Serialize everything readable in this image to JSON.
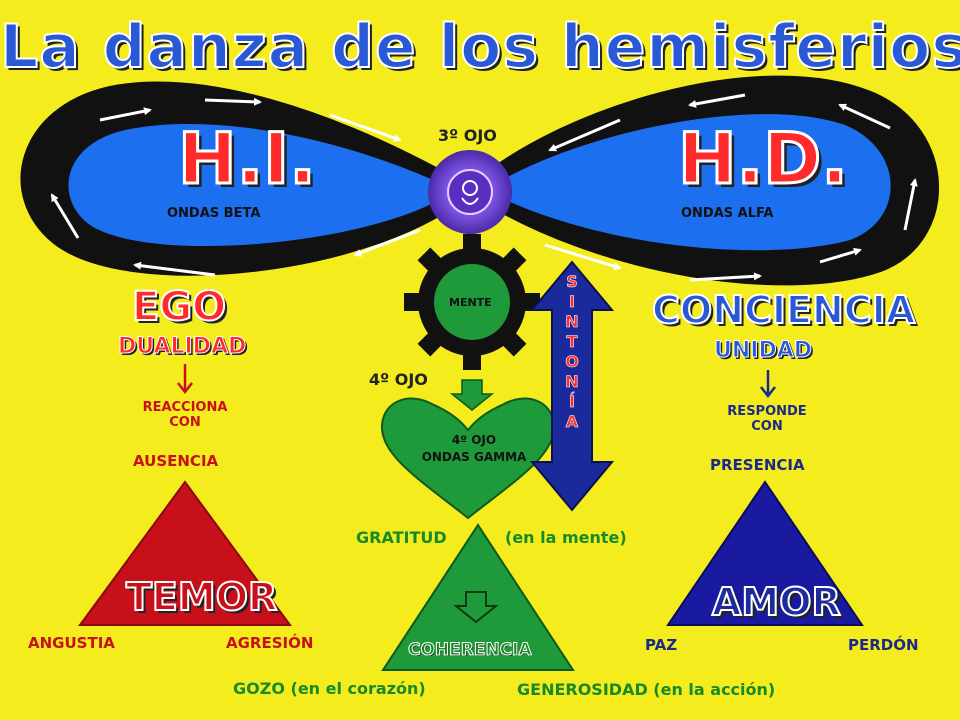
{
  "title": "La danza de los hemisferios",
  "infinity": {
    "left_label": "H.I.",
    "right_label": "H.D.",
    "left_waves": "ONDAS BETA",
    "right_waves": "ONDAS ALFA",
    "third_eye": "3º OJO",
    "colors": {
      "lobe": "#1c70f0",
      "track": "#111111",
      "arrow": "#ffffff"
    }
  },
  "center": {
    "gear_label": "MENTE",
    "fourth_eye": "4º OJO",
    "heart_line1": "4º OJO",
    "heart_line2": "ONDAS GAMMA",
    "sintonia": [
      "S",
      "I",
      "N",
      "T",
      "O",
      "N",
      "Í",
      "A"
    ],
    "colors": {
      "gear": "#111111",
      "green": "#1f9a3a",
      "blue_arrow": "#1a2a9a"
    }
  },
  "left": {
    "heading": "EGO",
    "subheading": "DUALIDAD",
    "reaction": "REACCIONA CON",
    "state": "AUSENCIA",
    "triangle_word": "TEMOR",
    "corner_left": "ANGUSTIA",
    "corner_right": "AGRESIÓN",
    "color": "#c8101a"
  },
  "right": {
    "heading": "CONCIENCIA",
    "subheading": "UNIDAD",
    "reaction": "RESPONDE CON",
    "state": "PRESENCIA",
    "triangle_word": "AMOR",
    "corner_left": "PAZ",
    "corner_right": "PERDÓN",
    "color": "#1a1aa0"
  },
  "bottom": {
    "top_left": "GRATITUD",
    "top_right": "(en la mente)",
    "triangle_word": "COHERENCIA",
    "bottom_left": "GOZO (en el corazón)",
    "bottom_right": "GENEROSIDAD (en la acción)",
    "color": "#1f9a3a"
  }
}
